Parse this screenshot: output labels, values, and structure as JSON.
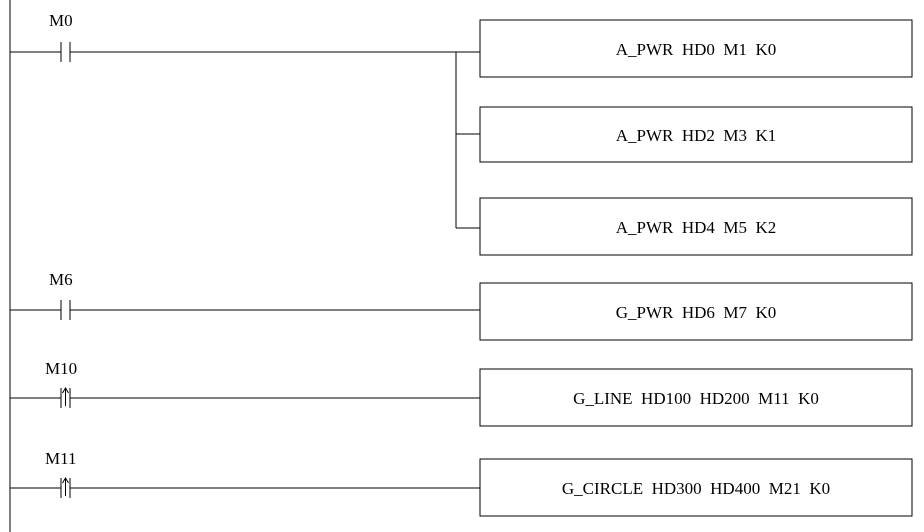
{
  "rungs": [
    {
      "contact": {
        "label": "M0",
        "type": "normally-open"
      },
      "instructions": [
        "A_PWR  HD0  M1  K0",
        "A_PWR  HD2  M3  K1",
        "A_PWR  HD4  M5  K2"
      ]
    },
    {
      "contact": {
        "label": "M6",
        "type": "normally-open"
      },
      "instructions": [
        "G_PWR  HD6  M7  K0"
      ]
    },
    {
      "contact": {
        "label": "M10",
        "type": "rising-edge"
      },
      "instructions": [
        "G_LINE  HD100  HD200  M11  K0"
      ]
    },
    {
      "contact": {
        "label": "M11",
        "type": "rising-edge"
      },
      "instructions": [
        "G_CIRCLE  HD300  HD400  M21  K0"
      ]
    }
  ]
}
